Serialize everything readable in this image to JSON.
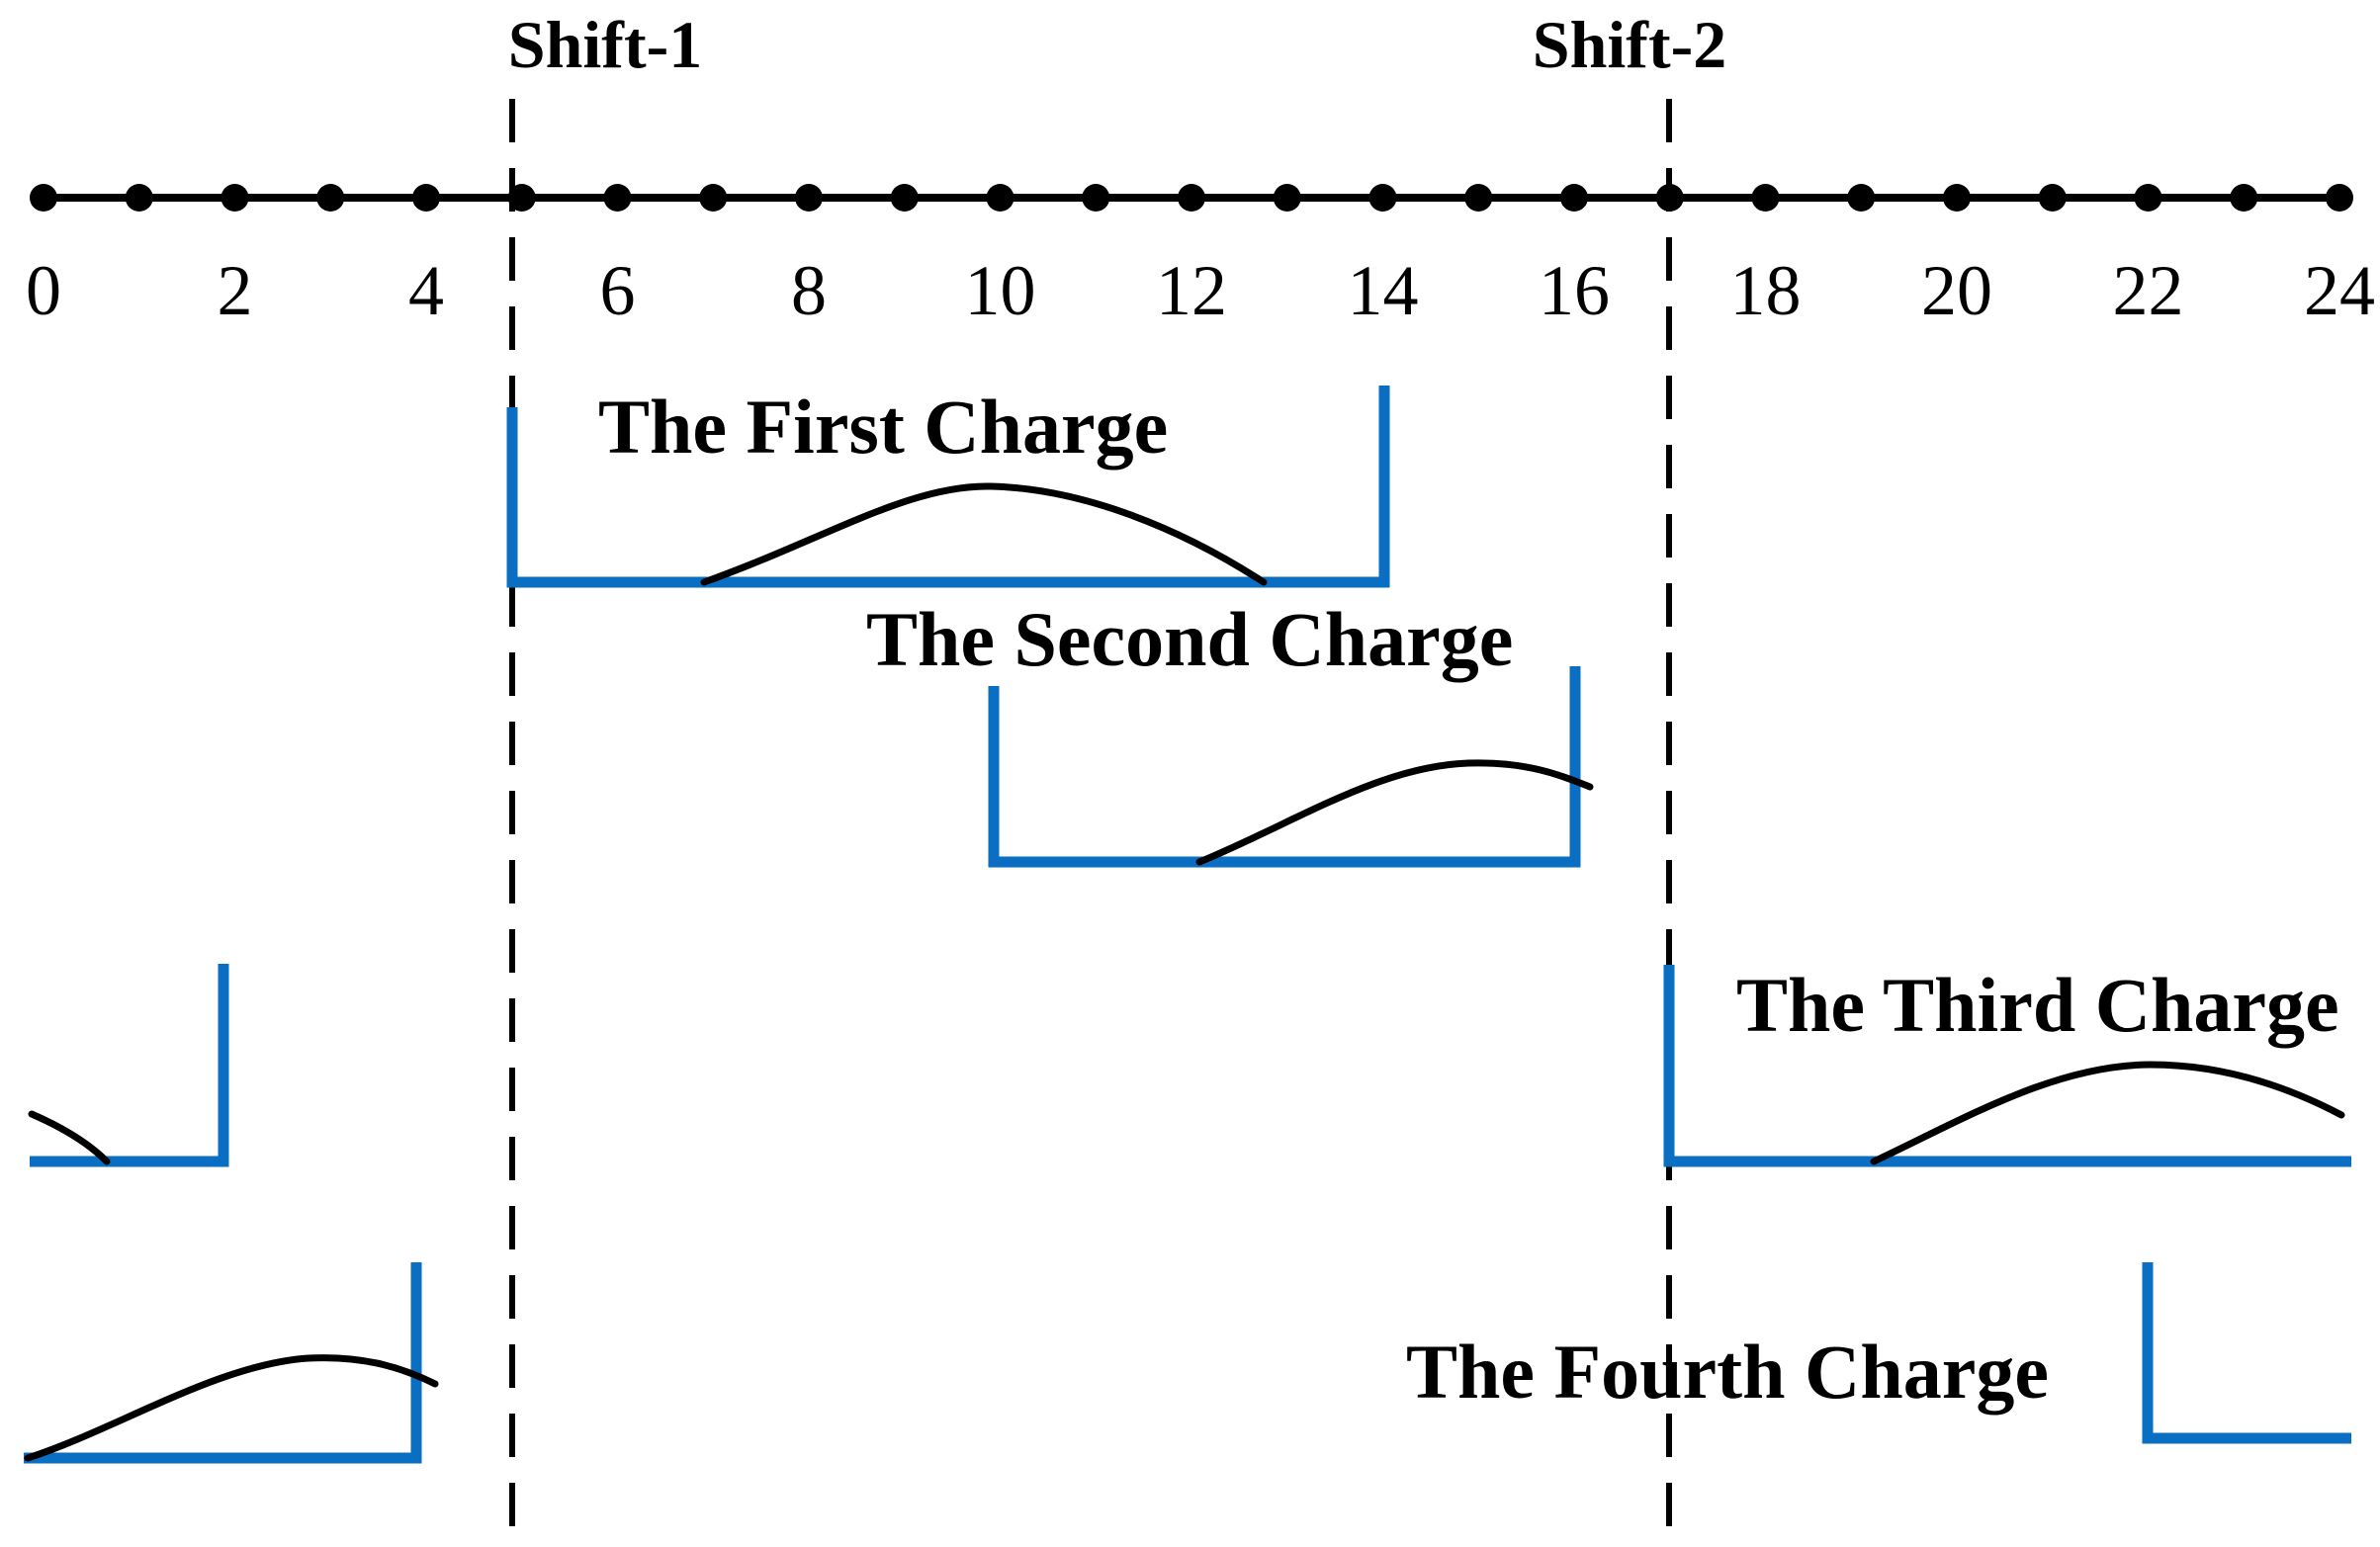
{
  "timeline": {
    "range": [
      0,
      24
    ],
    "tick_labels": [
      "0",
      "2",
      "4",
      "6",
      "8",
      "10",
      "12",
      "14",
      "16",
      "18",
      "20",
      "22",
      "24"
    ],
    "dot_hours": [
      0,
      1,
      2,
      3,
      4,
      5,
      6,
      7,
      8,
      9,
      10,
      11,
      12,
      13,
      14,
      15,
      16,
      17,
      18,
      19,
      20,
      21,
      22,
      23,
      24
    ]
  },
  "shifts": [
    {
      "label": "Shift-1",
      "hour": 5
    },
    {
      "label": "Shift-2",
      "hour": 17
    }
  ],
  "charges": {
    "first": {
      "label": "The First Charge",
      "window_start": 5,
      "window_end": 14
    },
    "second": {
      "label": "The Second Charge",
      "window_start": 10,
      "window_end": 16
    },
    "third": {
      "label": "The Third Charge",
      "window_start": 17,
      "window_end": 24,
      "wrap_end": 2
    },
    "fourth": {
      "label": "The Fourth Charge",
      "window_start": 22,
      "window_end": 24,
      "wrap_end": 4
    }
  },
  "colors": {
    "window": "#0A6FC2",
    "curve": "#000000",
    "axis": "#000000"
  }
}
